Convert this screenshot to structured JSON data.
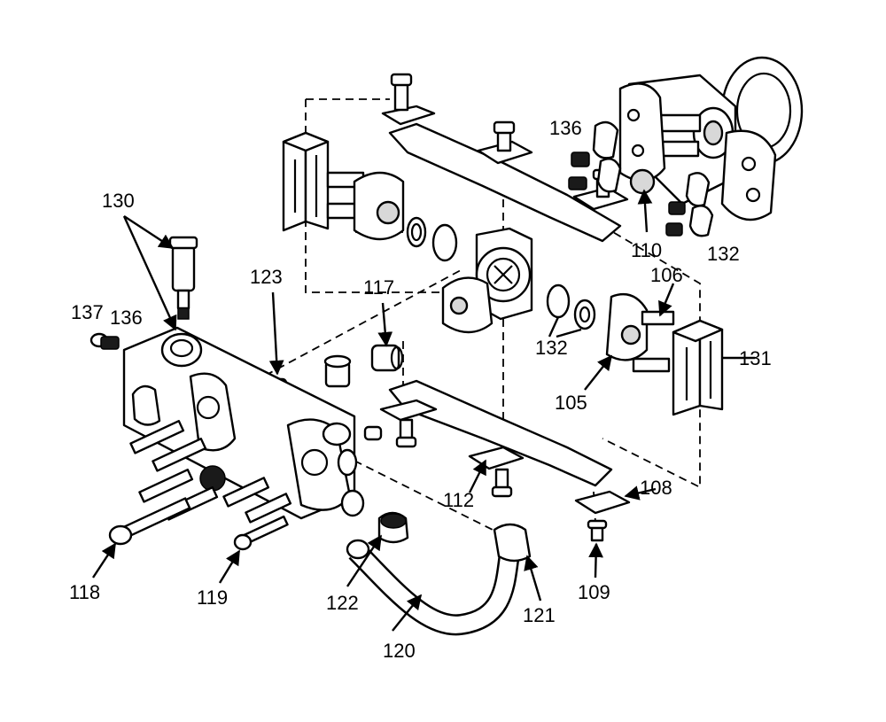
{
  "diagram": {
    "callouts": [
      "130",
      "137",
      "136",
      "123",
      "117",
      "106",
      "132",
      "131",
      "105",
      "110",
      "112",
      "108",
      "109",
      "121",
      "120",
      "122",
      "119",
      "118"
    ],
    "labels": {
      "n130": "130",
      "n137": "137",
      "n136a": "136",
      "n136b": "136",
      "n123": "123",
      "n117": "117",
      "n106": "106",
      "n132a": "132",
      "n132b": "132",
      "n131": "131",
      "n105": "105",
      "n110": "110",
      "n112": "112",
      "n108": "108",
      "n109": "109",
      "n121": "121",
      "n120": "120",
      "n122": "122",
      "n119": "119",
      "n118": "118"
    }
  },
  "colors": {
    "ink": "#000000",
    "paper": "#ffffff",
    "shade": "#d8d8d8"
  }
}
